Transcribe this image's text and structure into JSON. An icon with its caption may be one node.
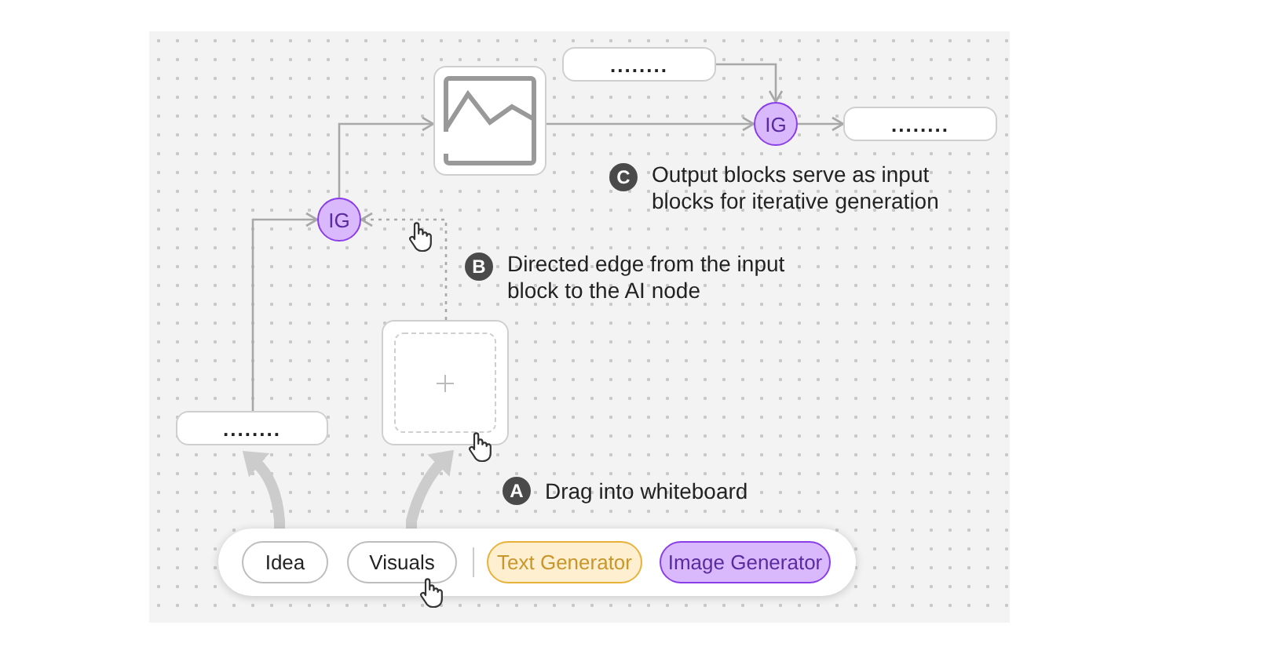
{
  "diagram": {
    "nodes": [
      {
        "text": [],
        "shape": "box"
      },
      {
        "text": [
          "Idea"
        ],
        "in": 0
      },
      {
        "text": [
          "Visuals"
        ],
        "in": 0
      },
      {
        "text": [
          "Text Generator"
        ],
        "in": 0
      },
      {
        "text": [
          "Image Generator"
        ],
        "in": 0
      },
      {
        "text": [
          "........"
        ]
      },
      {
        "text": [],
        "shape": "box"
      },
      {
        "text": [
          "IG"
        ]
      },
      {
        "text": [],
        "shape": "picture"
      },
      {
        "text": [
          "........"
        ]
      },
      {
        "text": [
          "IG"
        ]
      },
      {
        "text": [
          "........"
        ]
      }
    ],
    "edges": [
      {
        "from": 5,
        "to": 7,
        "arrow": "to"
      },
      {
        "from": 6,
        "to": 7,
        "arrow": "to",
        "style": "dashed"
      },
      {
        "from": 7,
        "to": 8,
        "arrow": "to"
      },
      {
        "from": 8,
        "to": 10,
        "arrow": "to"
      },
      {
        "from": 9,
        "to": 10,
        "arrow": "to"
      },
      {
        "from": 10,
        "to": 11,
        "arrow": "to"
      },
      {
        "from": 1,
        "to": 5,
        "arrow": "to",
        "style": "thick",
        "color": "#cccccc"
      },
      {
        "from": 2,
        "to": 6,
        "arrow": "to",
        "style": "thick",
        "color": "#cccccc"
      }
    ],
    "labels": [
      "C",
      "Output blocks serve as input blocks for iterative generation",
      "B",
      "Directed edge from the input block to the AI node",
      "A",
      "Drag into whiteboard"
    ]
  }
}
